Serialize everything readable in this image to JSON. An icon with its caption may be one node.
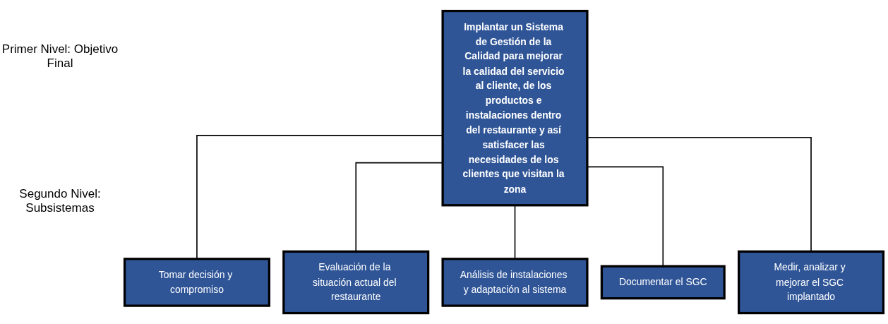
{
  "diagram": {
    "nodes": [
      {
        "text": [
          "Implantar un Sistema de Gestión de la Calidad para mejorar la calidad del servicio al cliente, de los productos e instalaciones dentro del restaurante y así satisfacer las necesidades de los clientes que visitan la zona"
        ]
      },
      {
        "text": [
          "Tomar decisión y compromiso"
        ]
      },
      {
        "text": [
          "Evaluación de la situación actual del restaurante"
        ]
      },
      {
        "text": [
          "Análisis de instalaciones y adaptación al sistema"
        ]
      },
      {
        "text": [
          "Documentar el SGC"
        ]
      },
      {
        "text": [
          "Medir, analizar y mejorar el SGC implantado"
        ]
      }
    ],
    "edges": [
      {
        "from": 0,
        "to": 1,
        "arrow": "none"
      },
      {
        "from": 0,
        "to": 2,
        "arrow": "none"
      },
      {
        "from": 0,
        "to": 3,
        "arrow": "none"
      },
      {
        "from": 0,
        "to": 4,
        "arrow": "none"
      },
      {
        "from": 0,
        "to": 5,
        "arrow": "none"
      }
    ],
    "labels": [
      "Primer Nivel: Objetivo Final",
      "Segundo Nivel: Subsistemas"
    ]
  }
}
